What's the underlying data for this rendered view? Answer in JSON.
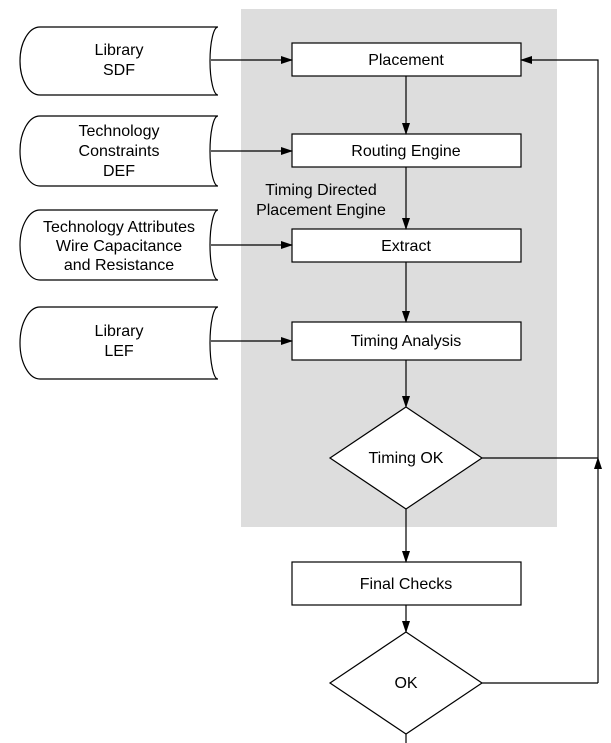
{
  "colors": {
    "panel": "#dddddd",
    "stroke": "#000000",
    "fill": "#ffffff"
  },
  "region": {
    "label_lines": [
      "Timing Directed",
      "Placement Engine"
    ]
  },
  "inputs": [
    {
      "id": "library-sdf",
      "lines": [
        "Library",
        "SDF"
      ]
    },
    {
      "id": "technology-constraints-def",
      "lines": [
        "Technology",
        "Constraints",
        "DEF"
      ]
    },
    {
      "id": "technology-attributes",
      "lines": [
        "Technology Attributes",
        "Wire Capacitance",
        "and Resistance"
      ]
    },
    {
      "id": "library-lef",
      "lines": [
        "Library",
        "LEF"
      ]
    }
  ],
  "steps": {
    "placement": "Placement",
    "routing_engine": "Routing Engine",
    "extract": "Extract",
    "timing_analysis": "Timing Analysis",
    "final_checks": "Final Checks"
  },
  "decisions": {
    "timing_ok": "Timing OK",
    "ok": "OK"
  }
}
